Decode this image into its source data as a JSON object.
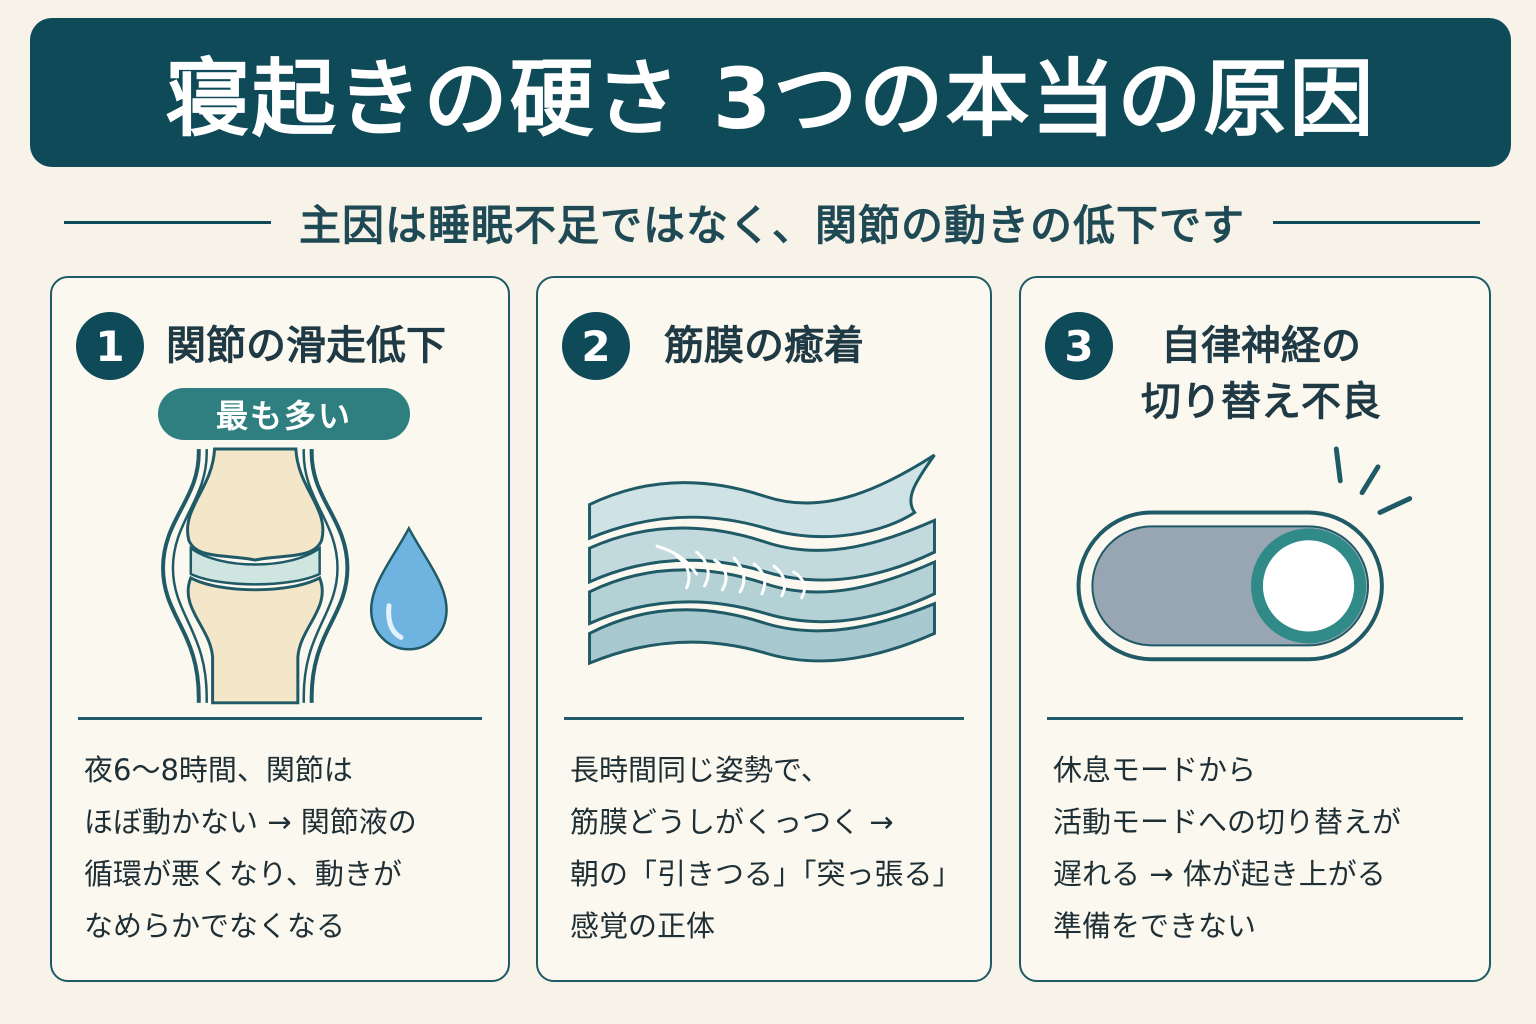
{
  "title": "寝起きの硬さ 3つの本当の原因",
  "subtitle": "主因は睡眠不足ではなく、関節の動きの低下です",
  "cards": [
    {
      "number": "1",
      "title": "関節の滑走低下",
      "badge": "最も多い",
      "lines": [
        "夜6～8時間、関節は",
        "ほぼ動かない → 関節液の",
        "循環が悪くなり、動きが",
        "なめらかでなくなる"
      ],
      "icons": [
        "knee-joint-icon",
        "water-drop-icon"
      ]
    },
    {
      "number": "2",
      "title": "筋膜の癒着",
      "lines": [
        "長時間同じ姿勢で、",
        "筋膜どうしがくっつく →",
        "朝の「引きつる」「突っ張る」",
        "感覚の正体"
      ],
      "icons": [
        "fascia-layers-icon"
      ]
    },
    {
      "number": "3",
      "title_lines": [
        "自律神経の",
        "切り替え不良"
      ],
      "lines": [
        "休息モードから",
        "活動モードへの切り替えが",
        "遅れる → 体が起き上がる",
        "準備をできない"
      ],
      "icons": [
        "toggle-switch-icon"
      ]
    }
  ],
  "colors": {
    "primary": "#0e4a58",
    "accent": "#2f7f80",
    "background": "#f7f3e8",
    "bone": "#f4e6c8",
    "cartilage": "#cfe5df",
    "water": "#6fb3e0",
    "toggle_gray": "#98a5b3"
  }
}
